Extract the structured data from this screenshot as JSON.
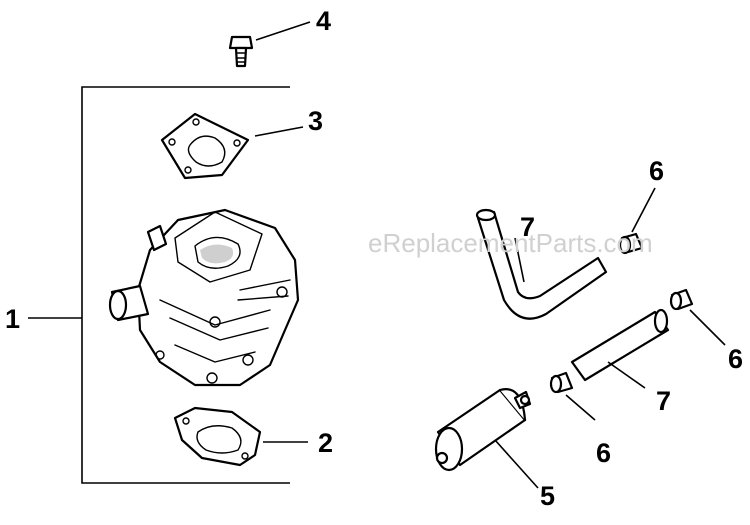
{
  "watermark": "eReplacementParts.com",
  "callouts": [
    {
      "id": "c1",
      "text": "1"
    },
    {
      "id": "c2",
      "text": "2"
    },
    {
      "id": "c3",
      "text": "3"
    },
    {
      "id": "c4",
      "text": "4"
    },
    {
      "id": "c5",
      "text": "5"
    },
    {
      "id": "c6a",
      "text": "6"
    },
    {
      "id": "c6b",
      "text": "6"
    },
    {
      "id": "c6c",
      "text": "6"
    },
    {
      "id": "c7a",
      "text": "7"
    },
    {
      "id": "c7b",
      "text": "7"
    }
  ]
}
